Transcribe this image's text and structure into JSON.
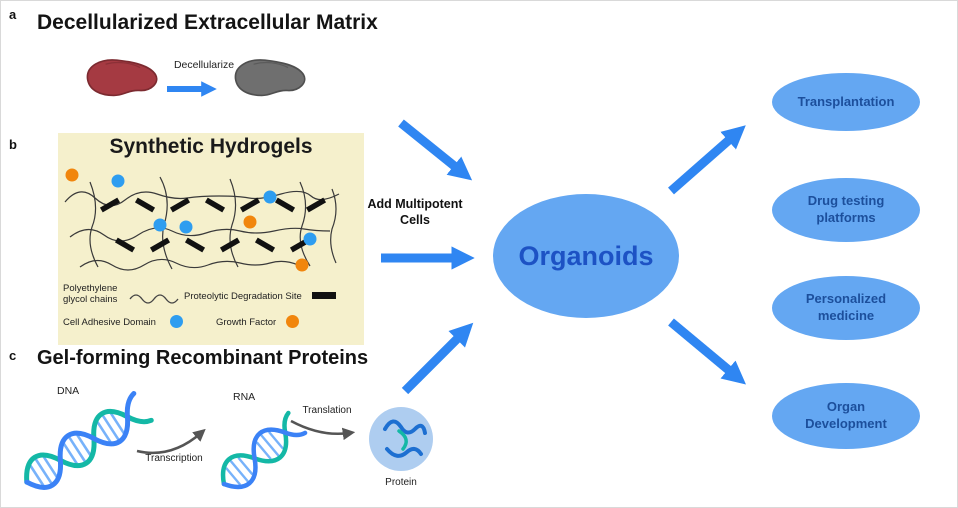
{
  "panel_a": {
    "tag": "a",
    "title": "Decellularized Extracellular Matrix",
    "decellularize_label": "Decellularize"
  },
  "panel_b": {
    "tag": "b",
    "title": "Synthetic Hydrogels",
    "legend": {
      "peg_chains": "Polyethylene glycol chains",
      "degradation_site": "Proteolytic Degradation Site",
      "adhesive_domain": "Cell Adhesive Domain",
      "growth_factor": "Growth Factor"
    }
  },
  "panel_c": {
    "tag": "c",
    "title": "Gel-forming Recombinant Proteins",
    "dna_label": "DNA",
    "rna_label": "RNA",
    "transcription_label": "Transcription",
    "translation_label": "Translation",
    "protein_label": "Protein"
  },
  "center": {
    "add_cells_label": "Add Multipotent Cells",
    "organoids_label": "Organoids"
  },
  "outputs": [
    {
      "label": "Transplantation"
    },
    {
      "label": "Drug testing platforms"
    },
    {
      "label": "Personalized medicine"
    },
    {
      "label": "Organ Development"
    }
  ],
  "colors": {
    "arrow_blue": "#2f86f2",
    "ellipse_fill": "#64a7f2",
    "ellipse_text": "#1c4f9c",
    "organoids_text": "#1d52c4",
    "hydrogel_bg": "#f5f0cc",
    "cell_adhesive_blue": "#2e9df0",
    "growth_factor_orange": "#f1860d",
    "liver_red": "#a53a42",
    "liver_gray": "#6f6f6f"
  }
}
